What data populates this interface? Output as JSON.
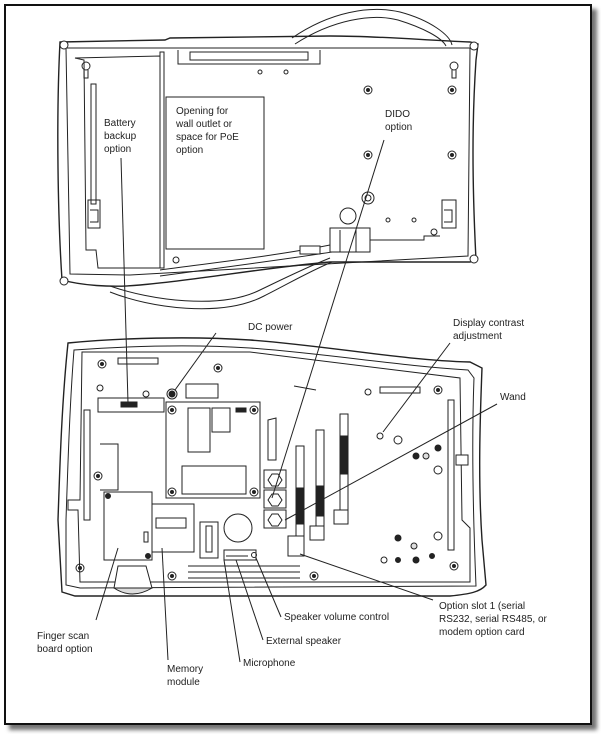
{
  "figure": {
    "type": "device component diagram",
    "views": [
      "back cover (top)",
      "main board (bottom)"
    ]
  },
  "labels": {
    "battery_backup": "Battery\nbackup\noption",
    "opening_wall_outlet": "Opening for\nwall outlet or\nspace for PoE\noption",
    "dido": "DIDO\noption",
    "dc_power": "DC power",
    "display_contrast": "Display contrast\nadjustment",
    "wand": "Wand",
    "option_slot_1": "Option slot 1 (serial\nRS232, serial RS485, or\nmodem option card",
    "speaker_volume": "Speaker volume control",
    "external_speaker": "External speaker",
    "microphone": "Microphone",
    "finger_scan": "Finger scan\nboard option",
    "memory_module": "Memory\nmodule"
  },
  "icons": {
    "screw": "screw-icon",
    "keyhole": "keyhole-mount-icon",
    "rj45": "rj45-port-icon"
  }
}
